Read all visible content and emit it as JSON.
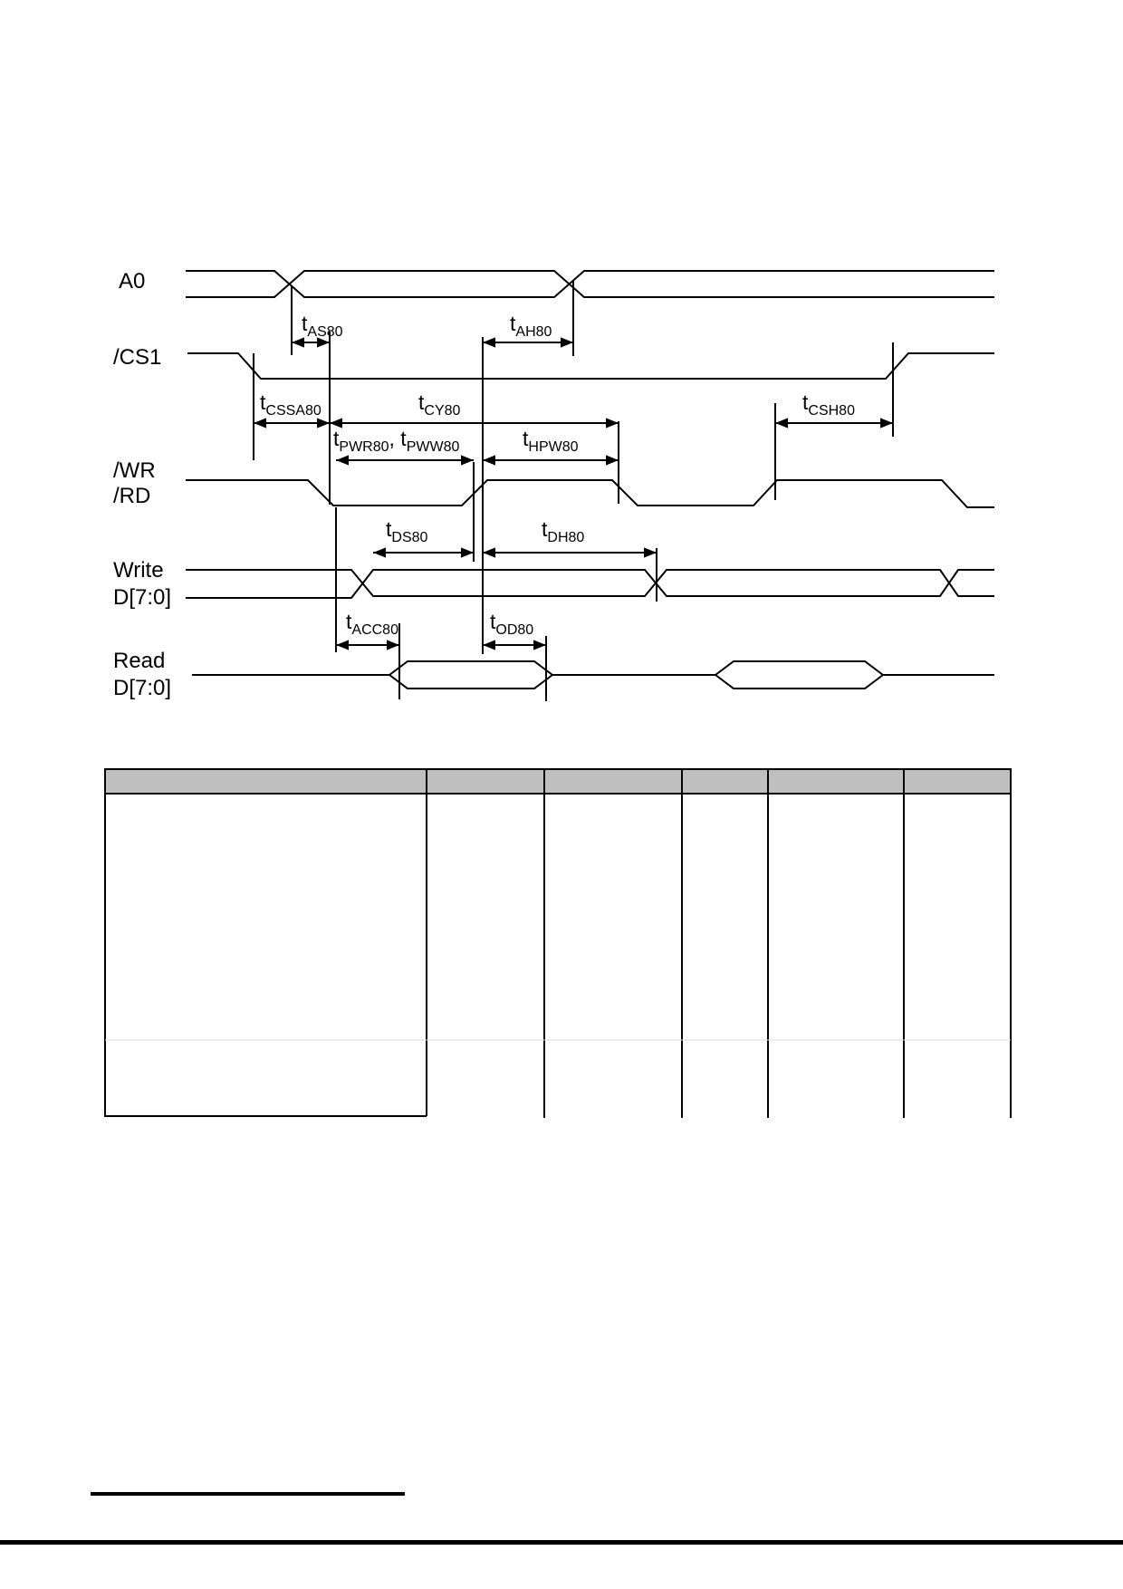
{
  "signals": {
    "a0": "A0",
    "cs1": "/CS1",
    "wr": "/WR",
    "rd": "/RD",
    "write_1": "Write",
    "write_2": "D[7:0]",
    "read_1": "Read",
    "read_2": "D[7:0]"
  },
  "timing": {
    "tas80": {
      "t": "t",
      "sub": "AS80"
    },
    "tah80": {
      "t": "t",
      "sub": "AH80"
    },
    "tcssa80": {
      "t": "t",
      "sub": "CSSA80"
    },
    "tcy80": {
      "t": "t",
      "sub": "CY80"
    },
    "tcsh80": {
      "t": "t",
      "sub": "CSH80"
    },
    "tpwr80": {
      "t": "t",
      "sub": "PWR80",
      "sep": ", "
    },
    "tpww80": {
      "t": "t",
      "sub": "PWW80"
    },
    "thpw80": {
      "t": "t",
      "sub": "HPW80"
    },
    "tds80": {
      "t": "t",
      "sub": "DS80"
    },
    "tdh80": {
      "t": "t",
      "sub": "DH80"
    },
    "tacc80": {
      "t": "t",
      "sub": "ACC80"
    },
    "tod80": {
      "t": "t",
      "sub": "OD80"
    }
  },
  "colors": {
    "line": "#000000",
    "table_header": "#bfbfbf"
  }
}
